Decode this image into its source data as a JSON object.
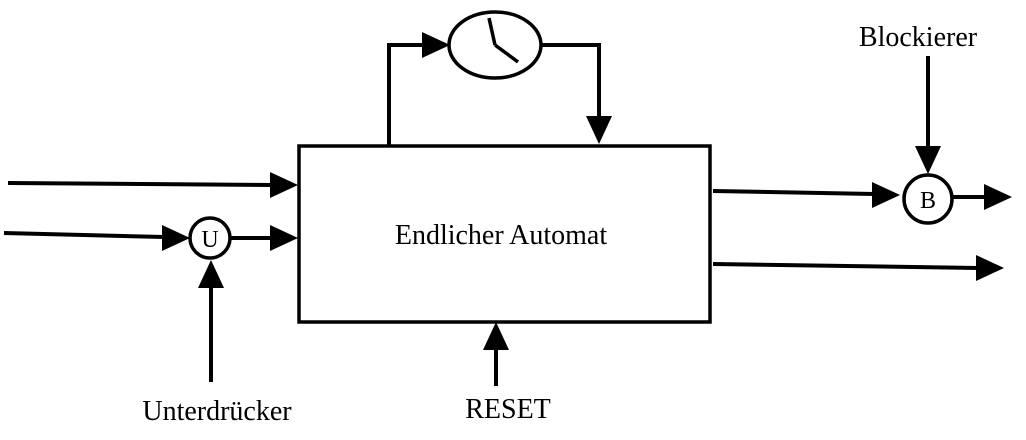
{
  "diagram": {
    "automaton_label": "Endlicher Automat",
    "suppressor_symbol": "U",
    "blocker_symbol": "B",
    "suppressor_label": "Unterdrücker",
    "blocker_label": "Blockierer",
    "reset_label": "RESET",
    "timer_icon": "clock-icon"
  }
}
